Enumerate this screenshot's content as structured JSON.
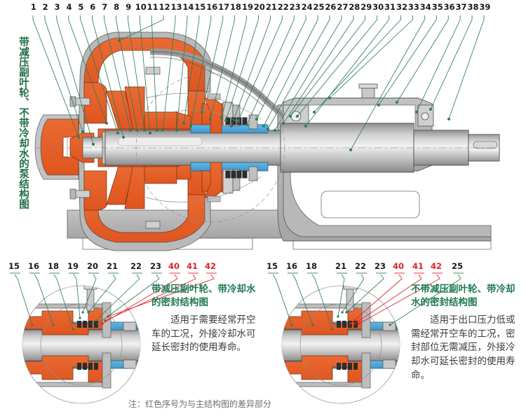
{
  "figure": {
    "title_vertical": "带减压副叶轮、不带冷却水的泵结构图",
    "footnote": "注：红色序号为与主结构图的差异部分"
  },
  "main_diagram": {
    "name": "pump-cross-section",
    "callout_numbers": [
      "1",
      "2",
      "3",
      "4",
      "5",
      "6",
      "7",
      "8",
      "9",
      "10",
      "11",
      "12",
      "13",
      "14",
      "15",
      "16",
      "17",
      "18",
      "19",
      "20",
      "21",
      "22",
      "23",
      "24",
      "25",
      "26",
      "27",
      "28",
      "29",
      "30",
      "31",
      "32",
      "33",
      "34",
      "35",
      "36",
      "37",
      "38",
      "39"
    ]
  },
  "detail_left": {
    "callout_numbers_green": [
      "15",
      "16",
      "18",
      "19",
      "20",
      "21",
      "22",
      "23"
    ],
    "callout_numbers_red": [
      "40",
      "41",
      "42"
    ],
    "heading": "带减压副叶轮、带冷却水的密封结构图",
    "body": "适用于需要经常开空车的工况，外接冷却水可延长密封的使用寿命。"
  },
  "detail_right": {
    "callout_numbers_green": [
      "15",
      "16",
      "18",
      "21",
      "22",
      "23"
    ],
    "callout_numbers_red": [
      "40",
      "41",
      "42"
    ],
    "callout_numbers_green_tail": [
      "25"
    ],
    "heading": "不带减压副叶轮、带冷却水的密封结构图",
    "body": "适用于出口压力低或需经常开空车的工况，密封部位无需减压，外接冷却水可延长密封的使用寿命。"
  },
  "colors": {
    "casing_orange": "#e8622a",
    "sleeve_blue": "#4fa8d8",
    "metal_gray": "#b4b4b4",
    "leader_green": "#2e7d5b",
    "text_green": "#1f7a50",
    "text_red": "#e01f28",
    "outline": "#4d4d4d"
  }
}
